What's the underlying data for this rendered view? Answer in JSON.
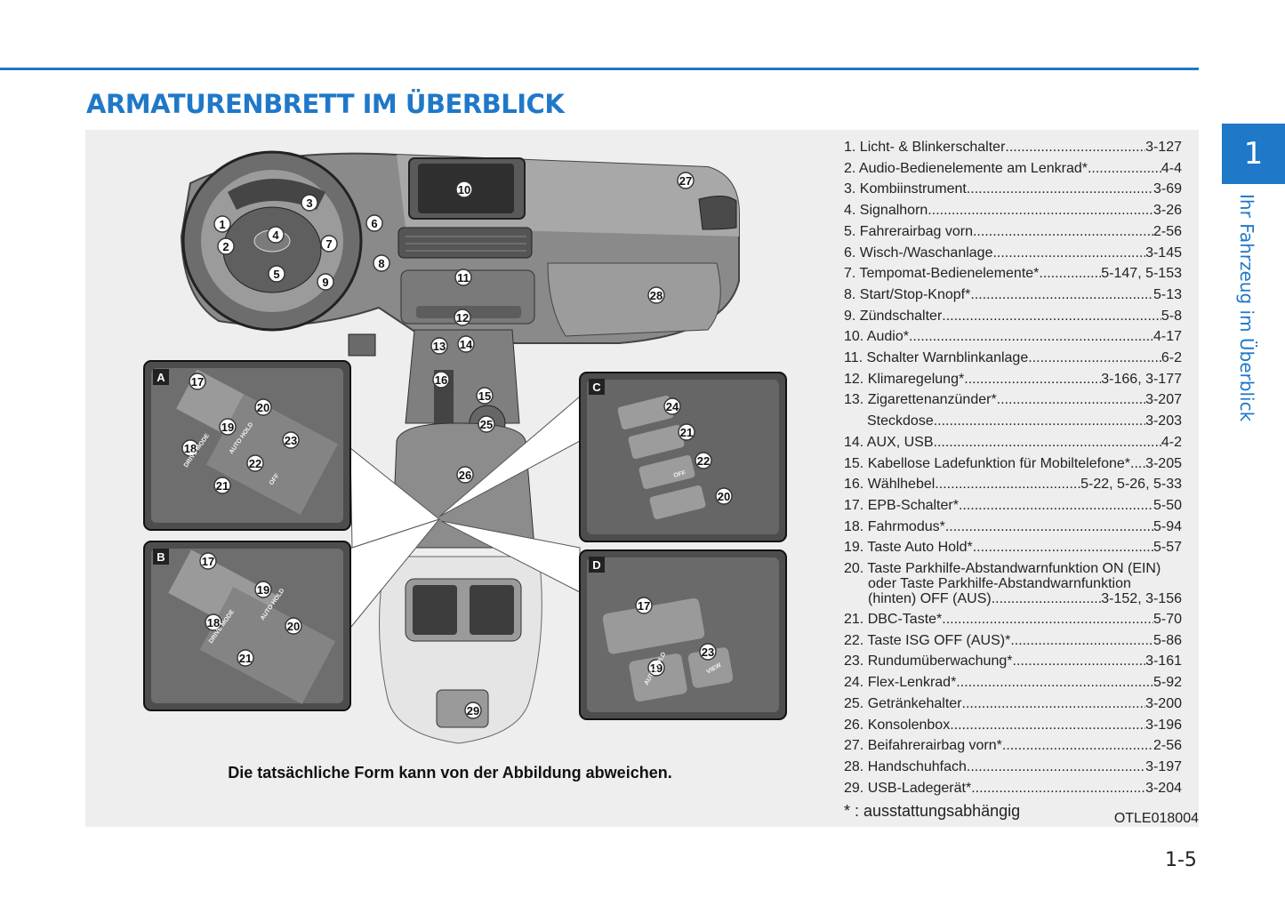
{
  "header": {
    "title": "ARMATURENBRETT IM ÜBERBLICK"
  },
  "sidetab": {
    "chapter": "1",
    "label": "Ihr Fahrzeug im Überblick"
  },
  "figure": {
    "note": "Die tatsächliche Form kann von der Abbildung abweichen.",
    "code": "OTLE018004",
    "insets": [
      "A",
      "B",
      "C",
      "D"
    ],
    "callouts": [
      "1",
      "2",
      "3",
      "4",
      "5",
      "6",
      "7",
      "8",
      "9",
      "10",
      "11",
      "12",
      "13",
      "14",
      "15",
      "16",
      "17",
      "18",
      "19",
      "20",
      "21",
      "22",
      "23",
      "24",
      "25",
      "26",
      "27",
      "28",
      "29"
    ],
    "button_texts": {
      "drive_mode": "DRIVE MODE",
      "auto_hold": "AUTO HOLD",
      "off": "OFF",
      "view": "VIEW"
    }
  },
  "legend": {
    "items": [
      {
        "label": "1. Licht- & Blinkerschalter",
        "page": "3-127"
      },
      {
        "label": "2. Audio-Bedienelemente am Lenkrad*",
        "page": "4-4"
      },
      {
        "label": "3. Kombiinstrument",
        "page": "3-69"
      },
      {
        "label": "4. Signalhorn",
        "page": "3-26"
      },
      {
        "label": "5. Fahrerairbag vorn",
        "page": "2-56"
      },
      {
        "label": "6. Wisch-/Waschanlage",
        "page": "3-145"
      },
      {
        "label": "7. Tempomat-Bedienelemente*",
        "page": "5-147, 5-153"
      },
      {
        "label": "8. Start/Stop-Knopf*",
        "page": "5-13"
      },
      {
        "label": "9. Zündschalter",
        "page": "5-8"
      },
      {
        "label": "10. Audio*.",
        "page": "4-17"
      },
      {
        "label": "11. Schalter Warnblinkanlage",
        "page": "6-2"
      },
      {
        "label": "12. Klimaregelung*",
        "page": "3-166, 3-177"
      },
      {
        "label": "13. Zigarettenanzünder*",
        "page": "3-207"
      },
      {
        "label": "Steckdose",
        "page": "3-203",
        "indent": true
      },
      {
        "label": "14. AUX, USB",
        "page": "4-2"
      },
      {
        "label": "15. Kabellose Ladefunktion für Mobiltelefone*",
        "page": "3-205"
      },
      {
        "label": "16. Wählhebel",
        "page": "5-22, 5-26, 5-33"
      },
      {
        "label": "17. EPB-Schalter*",
        "page": "5-50"
      },
      {
        "label": "18. Fahrmodus*",
        "page": "5-94"
      },
      {
        "label": "19. Taste Auto Hold*",
        "page": "5-57"
      }
    ],
    "item20": {
      "line1": "20. Taste Parkhilfe-Abstandwarnfunktion ON (EIN)",
      "line2": "oder Taste Parkhilfe-Abstandwarnfunktion",
      "line3": "(hinten) OFF (AUS)",
      "page": "3-152, 3-156"
    },
    "items_after": [
      {
        "label": "21. DBC-Taste*",
        "page": "5-70"
      },
      {
        "label": "22. Taste ISG OFF (AUS)*",
        "page": "5-86"
      },
      {
        "label": "23. Rundumüberwachung*",
        "page": "3-161"
      },
      {
        "label": "24. Flex-Lenkrad*",
        "page": "5-92"
      },
      {
        "label": "25. Getränkehalter",
        "page": "3-200"
      },
      {
        "label": "26. Konsolenbox",
        "page": "3-196"
      },
      {
        "label": "27. Beifahrerairbag vorn*",
        "page": "2-56"
      },
      {
        "label": "28. Handschuhfach",
        "page": "3-197"
      },
      {
        "label": "29. USB-Ladegerät*",
        "page": "3-204"
      }
    ],
    "footnote": "* : ausstattungsabhängig"
  },
  "page_number": "1-5",
  "colors": {
    "accent": "#1f78c8",
    "panel": "#eeeeee"
  }
}
